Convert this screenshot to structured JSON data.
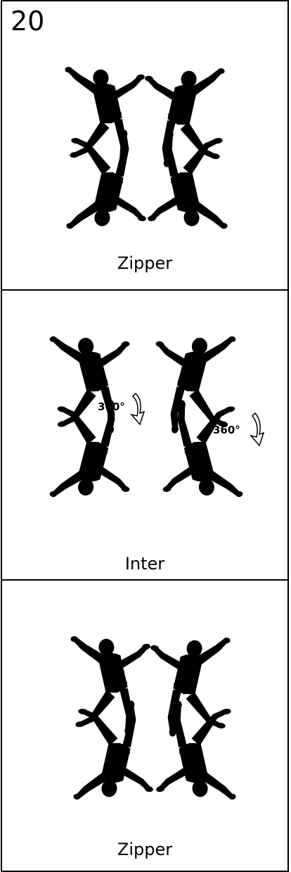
{
  "page_number": "20",
  "panels": [
    {
      "caption": "Zipper"
    },
    {
      "caption": "Inter",
      "rotation_labels": [
        "360°",
        "360°"
      ]
    },
    {
      "caption": "Zipper"
    }
  ],
  "colors": {
    "red": "#ff1a1a",
    "blue": "#1a1aff",
    "green": "#22dd22",
    "yellow": "#ffff22",
    "outline": "#000000"
  }
}
